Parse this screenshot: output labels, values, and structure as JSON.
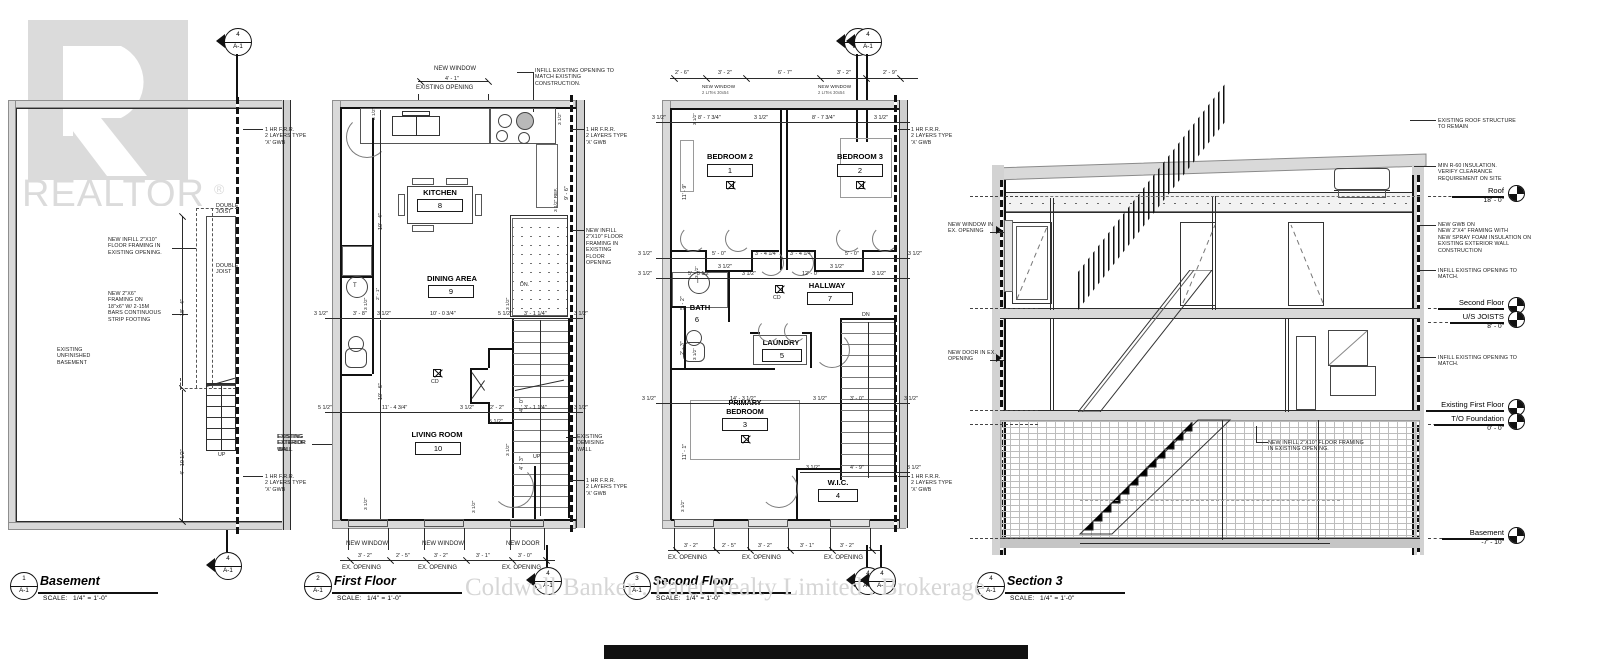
{
  "document": {
    "type": "architectural-drawing-set",
    "sheet_id": "A-1",
    "watermark_logo": "REALTOR",
    "watermark_text": "Coldwell Banker . Paret Realty Limited . Brokerage"
  },
  "views": [
    {
      "id": "1",
      "sheet": "A-1",
      "title": "Basement",
      "scale_label": "SCALE:",
      "scale_value": "1/4\" = 1'-0\""
    },
    {
      "id": "2",
      "sheet": "A-1",
      "title": "First Floor",
      "scale_label": "SCALE:",
      "scale_value": "1/4\" = 1'-0\""
    },
    {
      "id": "3",
      "sheet": "A-1",
      "title": "Second Floor",
      "scale_label": "SCALE:",
      "scale_value": "1/4\" = 1'-0\""
    },
    {
      "id": "4",
      "sheet": "A-1",
      "title": "Section 3",
      "scale_label": "SCALE:",
      "scale_value": "1/4\" = 1'-0\""
    }
  ],
  "section_markers": {
    "number": "4",
    "sheet": "A-1"
  },
  "basement": {
    "notes": {
      "frr": "1 HR F.R.R.\n2 LAYERS TYPE\n'X' GWB",
      "frr2": "1 HR F.R.R.\n2 LAYERS TYPE\n'X' GWB",
      "double_joist_1": "DOUBLE\nJOIST",
      "double_joist_2": "DOUBLE\nJOIST",
      "infill": "NEW INFILL 2\"X10\"\nFLOOR FRAMING IN\nEXISTING OPENING.",
      "footing": "NEW 2\"X6\"\nFRAMING ON\n18\"x6\" W/ 2-15M\nBARS CONTINUOUS\nSTRIP FOOTING",
      "existing_basement": "EXISTING\nUNFINISHED\nBASEMENT",
      "exterior_wall": "EXISTING\nEXTERIOR\nWALL"
    },
    "dims": {
      "v1": "18' - 4\"",
      "v2": "4' - 10 1/2\"",
      "stair": "UP"
    }
  },
  "first_floor": {
    "rooms": [
      {
        "name": "KITCHEN",
        "number": "8"
      },
      {
        "name": "DINING AREA",
        "number": "9"
      },
      {
        "name": "LIVING ROOM",
        "number": "10"
      }
    ],
    "notes": {
      "new_window_top": "NEW WINDOW",
      "new_window_top_dim": "4' - 1\"",
      "existing_opening_top": "EXISTING OPENING",
      "infill_match": "INFILL EXISTING OPENING TO\nMATCH EXISTING\nCONSTRUCTION.",
      "frr_top": "1 HR F.R.R.\n2 LAYERS TYPE\n'X' GWB",
      "frr_bottom": "1 HR F.R.R.\n2 LAYERS TYPE\n'X' GWB",
      "new_infill": "NEW INFILL\n2\"X10\" FLOOR\nFRAMING IN\nEXISTING\nFLOOR\nOPENING",
      "existing_exterior_wall": "EXISTING\nEXTERIOR\nWALL",
      "existing_demising_wall": "EXISTING\nDEMISING\nWALL",
      "cd_label": "CD",
      "ref_label": "3 1/2\" REF.",
      "down": "DN.",
      "up": "UP"
    },
    "dims": {
      "top_31": "3 1/2\"",
      "top_32": "3 1/2\"",
      "v_104": "10' - 4\"",
      "v_96": "9' - 6\"",
      "row1": [
        "3 1/2\"",
        "3' - 8\"",
        "3 1/2\"",
        "10' - 0 3/4\"",
        "5 1/2\"",
        "3' - 1 1/4\"",
        "3 1/2\""
      ],
      "row2": [
        "5 1/2\"",
        "11' - 4 3/4\"",
        "3 1/2\"",
        "2' - 2\"",
        "3' - 1 1/4\"",
        "3 1/2\""
      ],
      "v_106": "10' - 6\"",
      "v_40": "4' - 0\"",
      "v_43a": "4' - 3\"",
      "v_43b": "4' - 3\"",
      "small": [
        "3 1/2\"",
        "5 1/2\"",
        "2' - 1\"",
        "3 1/2\"",
        "3 1/2\"",
        "3 1/2\""
      ]
    },
    "bottom_openings": [
      {
        "label": "NEW WINDOW",
        "dim": "3' - 2\"",
        "note": "EX. OPENING"
      },
      {
        "label": "",
        "dim": "2' - 5\"",
        "note": ""
      },
      {
        "label": "NEW WINDOW",
        "dim": "3' - 2\"",
        "note": "EX. OPENING"
      },
      {
        "label": "",
        "dim": "3' - 1\"",
        "note": ""
      },
      {
        "label": "NEW DOOR",
        "dim": "3' - 0\"",
        "note": "EX. OPENING"
      }
    ]
  },
  "second_floor": {
    "rooms": [
      {
        "name": "BEDROOM 2",
        "number": "1"
      },
      {
        "name": "BEDROOM 3",
        "number": "2"
      },
      {
        "name": "PRIMARY\nBEDROOM",
        "number": "3"
      },
      {
        "name": "W.I.C.",
        "number": "4"
      },
      {
        "name": "LAUNDRY",
        "number": "5"
      },
      {
        "name": "BATH",
        "number": "6"
      },
      {
        "name": "HALLWAY",
        "number": "7"
      }
    ],
    "notes": {
      "new_window_a": "NEW WINDOW",
      "new_window_a_sub": "2 LITes 30x54",
      "new_window_b": "NEW WINDOW",
      "new_window_b_sub": "2 LITes 30x54",
      "frr": "1 HR F.R.R.\n2 LAYERS TYPE\n'X' GWB",
      "frr2": "1 HR F.R.R.\n2 LAYERS TYPE\n'X' GWB",
      "cd_label": "CD",
      "down": "DN"
    },
    "top_dims": [
      "2' - 6\"",
      "3' - 2\"",
      "6' - 7\"",
      "3' - 2\"",
      "2' - 9\""
    ],
    "dims": {
      "row_a": [
        "3 1/2\"",
        "8' - 7 3/4\"",
        "3 1/2\"",
        "8' - 7 3/4\"",
        "3 1/2\""
      ],
      "row_b": [
        "3 1/2\"",
        "5' - 0\"",
        "3' - 4 1/4\"",
        "3' - 4 1/4\"",
        "5' - 0\"",
        "3 1/2\""
      ],
      "row_c": [
        "3 1/2\"",
        "5' - 3 1/2\"",
        "3 1/2\"",
        "12' - 0\"",
        "3 1/2\""
      ],
      "row_d": [
        "3 1/2\"",
        "14' - 3 1/2\"",
        "3 1/2\"",
        "3' - 0\"",
        "3 1/2\""
      ],
      "row_e": [
        "3 1/2\"",
        "4' - 9\"",
        "3 1/2\""
      ],
      "v_119": "11' - 9\"",
      "v_52": "5' - 2\"",
      "v_23": "2' - 3\"",
      "v_111": "11' - 1\"",
      "small": [
        "3 1/2\"",
        "3 1/2\"",
        "3 1/2\"",
        "3 1/2\"",
        "3 1/2\"",
        "3 1/2\""
      ]
    },
    "bottom_openings": [
      {
        "dim": "3' - 2\"",
        "note": "EX. OPENING"
      },
      {
        "dim": "2' - 5\"",
        "note": ""
      },
      {
        "dim": "3' - 2\"",
        "note": "EX. OPENING"
      },
      {
        "dim": "3' - 1\"",
        "note": ""
      },
      {
        "dim": "3' - 2\"",
        "note": "EX. OPENING"
      }
    ]
  },
  "section": {
    "left_notes": [
      {
        "text": "NEW WINDOW IN\nEX. OPENING"
      },
      {
        "text": "NEW DOOR IN EX.\nOPENING"
      }
    ],
    "center_note": "NEW INFILL 2\"X10\" FLOOR FRAMING\nIN EXISTING OPENING.",
    "right_notes": [
      "EXISTING ROOF STRUCTURE\nTO REMAIN",
      "MIN R-60 INSULATION.\nVERIFY CLEARANCE\nREQUIREMENT ON SITE",
      "NEW GWB ON\nNEW 2\"X4\" FRAMING WITH\nNEW SPRAY FOAM INSULATION ON\nEXISTING EXTERIOR WALL\nCONSTRUCTION",
      "INFILL EXISTING OPENING TO\nMATCH.",
      "INFILL EXISTING OPENING TO\nMATCH."
    ],
    "levels": [
      {
        "name": "Roof",
        "elevation": "18' - 0\""
      },
      {
        "name": "Second Floor",
        "elevation": ""
      },
      {
        "name": "U/S JOISTS",
        "elevation": "8' - 0\""
      },
      {
        "name": "Existing First Floor",
        "elevation": ""
      },
      {
        "name": "T/O Foundation",
        "elevation": "0' - 0\""
      },
      {
        "name": "Basement",
        "elevation": "-7' - 10\""
      }
    ]
  }
}
